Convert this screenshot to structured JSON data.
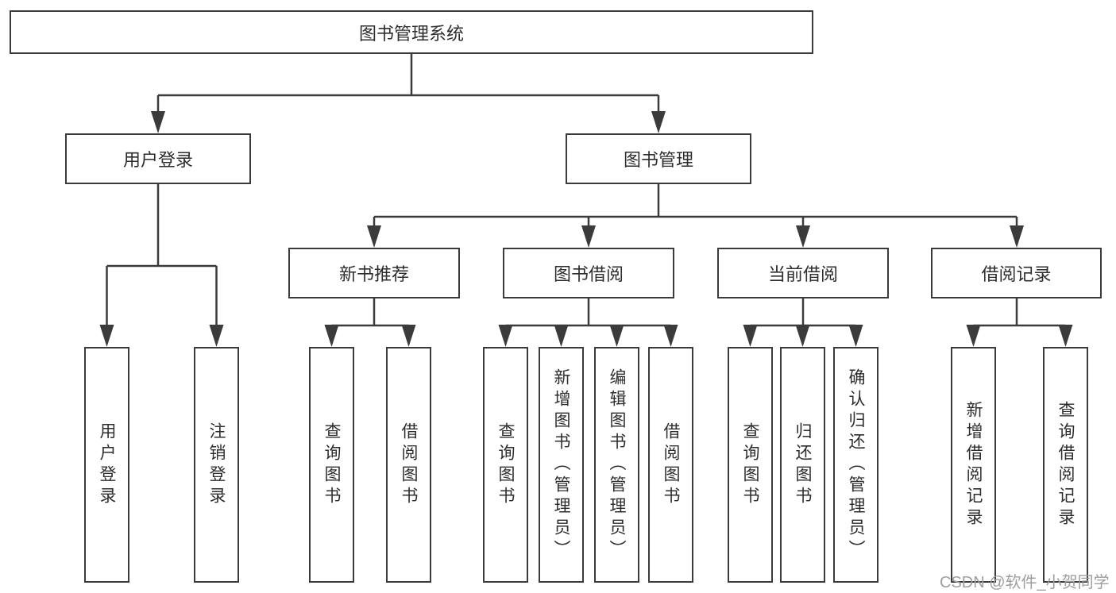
{
  "diagram": {
    "root": "图书管理系统",
    "level2": {
      "user_login": "用户登录",
      "book_mgmt": "图书管理"
    },
    "level3": {
      "new_book": "新书推荐",
      "borrow": "图书借阅",
      "current": "当前借阅",
      "record": "借阅记录"
    },
    "leaves": {
      "user_login": [
        "用户登录",
        "注销登录"
      ],
      "new_book": [
        "查询图书",
        "借阅图书"
      ],
      "borrow": [
        "查询图书",
        "新增图书（管理员）",
        "编辑图书（管理员）",
        "借阅图书"
      ],
      "current": [
        "查询图书",
        "归还图书",
        "确认归还（管理员）"
      ],
      "record": [
        "新增借阅记录",
        "查询借阅记录"
      ]
    }
  },
  "watermark": "CSDN @软件_小贺同学",
  "colors": {
    "line": "#3b3b3b",
    "text": "#2d2d2d",
    "watermark": "#9e9e9e",
    "background": "#ffffff"
  }
}
